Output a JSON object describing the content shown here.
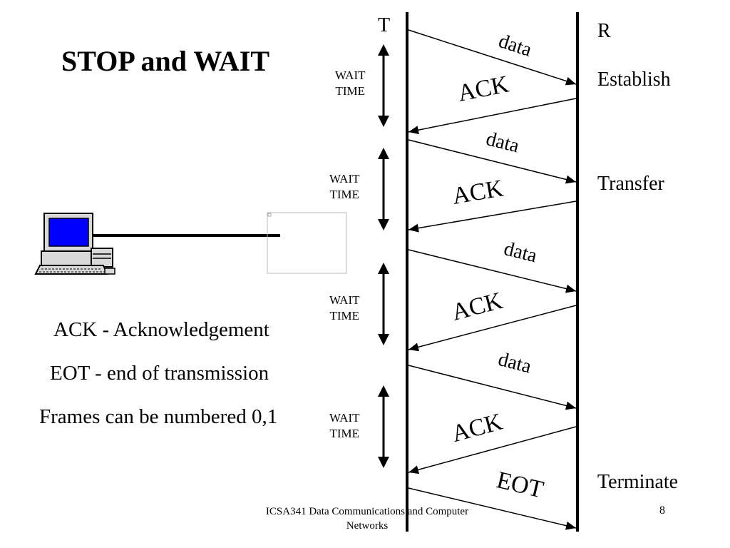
{
  "title": "STOP and WAIT",
  "sender_label": "T",
  "receiver_label": "R",
  "stages": [
    "Establish",
    "Transfer",
    "Terminate"
  ],
  "wait_time": {
    "line1": "WAIT",
    "line2": "TIME"
  },
  "messages": [
    {
      "label": "data",
      "direction": "to-receiver"
    },
    {
      "label": "ACK",
      "direction": "to-sender"
    },
    {
      "label": "data",
      "direction": "to-receiver"
    },
    {
      "label": "ACK",
      "direction": "to-sender"
    },
    {
      "label": "data",
      "direction": "to-receiver"
    },
    {
      "label": "ACK",
      "direction": "to-sender"
    },
    {
      "label": "data",
      "direction": "to-receiver"
    },
    {
      "label": "ACK",
      "direction": "to-sender"
    },
    {
      "label": "EOT",
      "direction": "to-receiver"
    }
  ],
  "legend": [
    "ACK - Acknowledgement",
    "EOT - end of transmission",
    "Frames can be numbered 0,1"
  ],
  "footer": {
    "course": "ICSA341 Data Communications and Computer Networks",
    "page": "8"
  },
  "colors": {
    "screen": "#0000ff",
    "lines": "#000000"
  }
}
